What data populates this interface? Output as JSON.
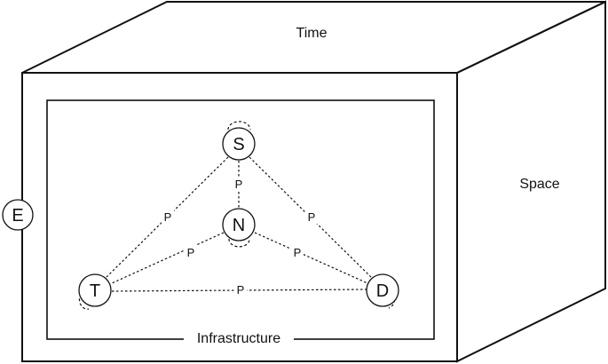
{
  "cube": {
    "top_label": "Time",
    "side_label": "Space",
    "inner_label": "Infrastructure"
  },
  "external_node": {
    "label": "E"
  },
  "nodes": {
    "s": {
      "label": "S"
    },
    "n": {
      "label": "N"
    },
    "t": {
      "label": "T"
    },
    "d": {
      "label": "D"
    }
  },
  "edges": {
    "s_n": {
      "label": "P"
    },
    "s_t": {
      "label": "P"
    },
    "s_d": {
      "label": "P"
    },
    "n_t": {
      "label": "P"
    },
    "n_d": {
      "label": "P"
    },
    "t_d": {
      "label": "P"
    }
  },
  "colors": {
    "stroke": "#111111",
    "background": "#ffffff"
  }
}
